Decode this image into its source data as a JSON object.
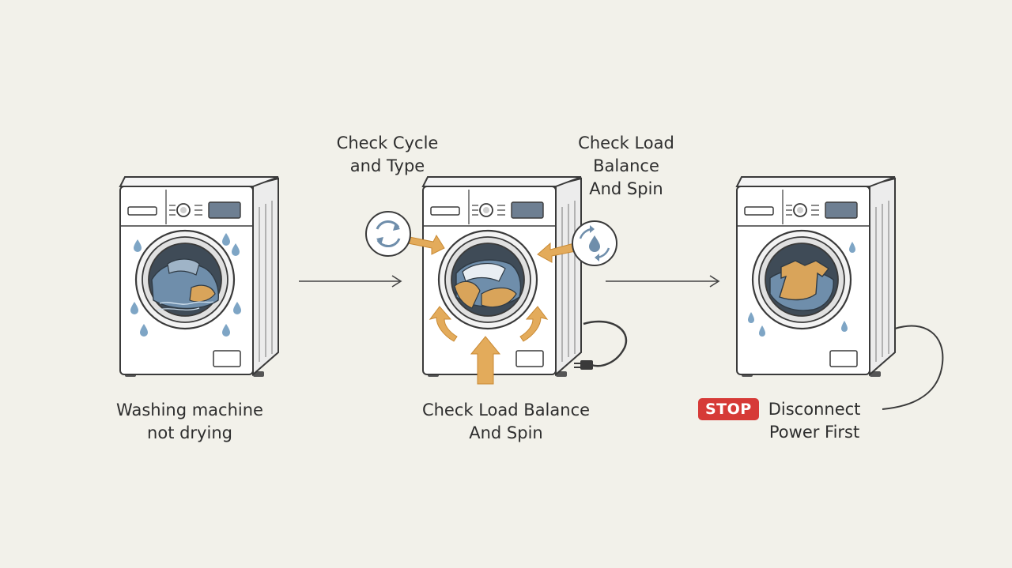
{
  "colors": {
    "background": "#f2f1ea",
    "outline": "#3a3a3a",
    "body": "#ffffff",
    "accent_arrow": "#e3ab5b",
    "fabric_blue": "#6f8eab",
    "fabric_orange": "#d9a45a",
    "water_drop": "#7ea5c5",
    "stop_red": "#d63a37"
  },
  "steps": [
    {
      "label_lines": [
        "Washing machine",
        "not drying"
      ]
    },
    {
      "label_lines": [
        "Check Load Balance",
        "And Spin"
      ]
    },
    {
      "label_lines": [
        "Disconnect",
        "Power First"
      ],
      "badge": "STOP"
    }
  ],
  "callouts": {
    "cycle": {
      "lines": [
        "Check Cycle",
        "and Type"
      ],
      "icon": "cycle-arrows-icon"
    },
    "balance": {
      "lines": [
        "Check Load",
        "Balance",
        "And Spin"
      ],
      "icon": "water-drop-cycle-icon"
    }
  }
}
